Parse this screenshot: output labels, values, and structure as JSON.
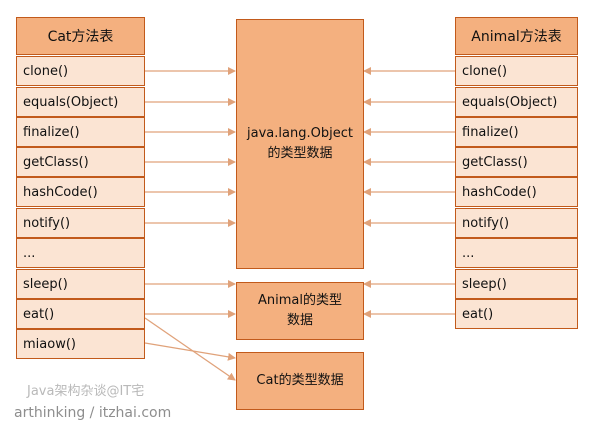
{
  "cat_table": {
    "header": "Cat方法表",
    "rows": [
      "clone()",
      "equals(Object)",
      "finalize()",
      "getClass()",
      "hashCode()",
      "notify()",
      "...",
      "sleep()",
      "eat()",
      "miaow()"
    ]
  },
  "animal_table": {
    "header": "Animal方法表",
    "rows": [
      "clone()",
      "equals(Object)",
      "finalize()",
      "getClass()",
      "hashCode()",
      "notify()",
      "...",
      "sleep()",
      "eat()"
    ]
  },
  "object_box": {
    "line1": "java.lang.Object",
    "line2": "的类型数据"
  },
  "animal_box": {
    "line1": "Animal的类型",
    "line2": "数据"
  },
  "cat_box": {
    "text": "Cat的类型数据"
  },
  "watermark": {
    "line1": "Java架构杂谈@IT宅",
    "line2": "arthinking / itzhai.com"
  },
  "colors": {
    "border": "#c25a1b",
    "light_fill": "#fbe4d3",
    "dark_fill": "#f4b07f",
    "arrow": "#e0a27a"
  }
}
